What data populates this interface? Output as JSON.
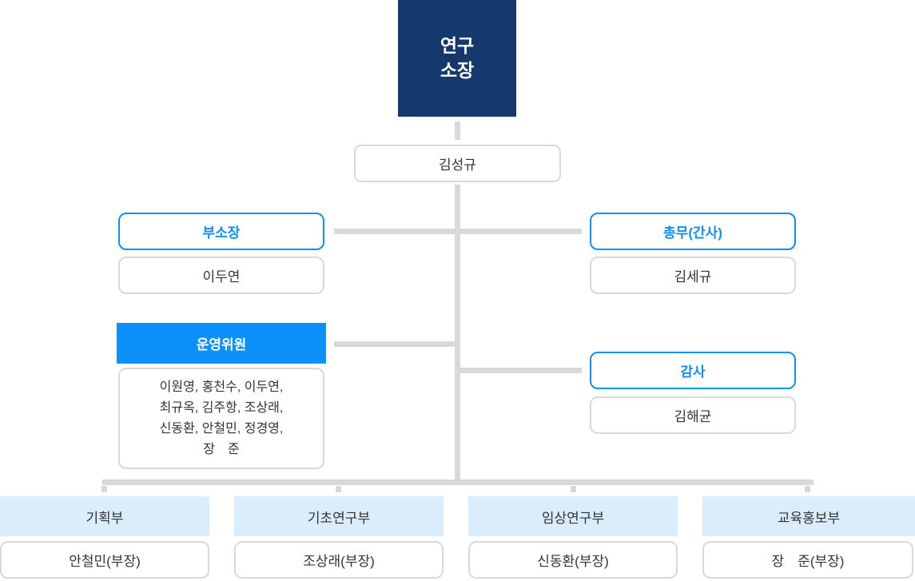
{
  "palette": {
    "navy": "#15396d",
    "blue": "#0e90fb",
    "light_blue": "#d9edfc",
    "line_gray": "#d9d9d9",
    "border_gray": "#d9d9d9",
    "text_dark": "#333333"
  },
  "chart": {
    "director": {
      "title": "연구\n소장",
      "name": "김성규"
    },
    "deputy": {
      "title": "부소장",
      "name": "이두연"
    },
    "general_affairs": {
      "title": "총무(간사)",
      "name": "김세규"
    },
    "steering": {
      "title": "운영위원",
      "members": "이원영, 홍천수, 이두연,\n최규옥, 김주항, 조상래,\n신동환, 안철민, 정경영,\n장　준"
    },
    "auditor": {
      "title": "감사",
      "name": "김해균"
    },
    "departments": [
      {
        "title": "기획부",
        "head": "안철민(부장)"
      },
      {
        "title": "기초연구부",
        "head": "조상래(부장)"
      },
      {
        "title": "임상연구부",
        "head": "신동환(부장)"
      },
      {
        "title": "교육홍보부",
        "head": "장　준(부장)"
      }
    ]
  }
}
